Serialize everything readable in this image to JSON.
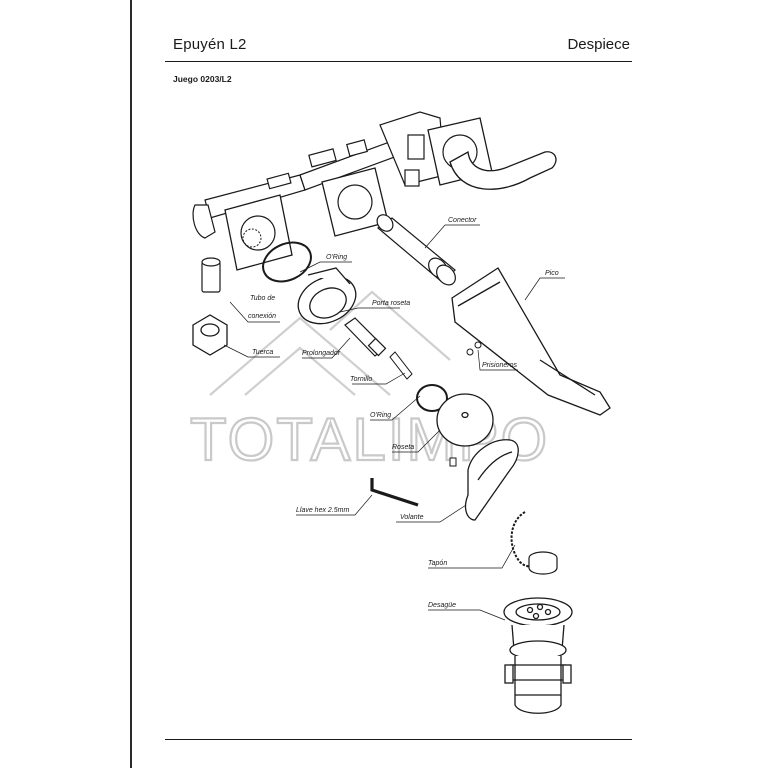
{
  "header": {
    "title": "Epuyén L2",
    "section": "Despiece"
  },
  "subtitle": "Juego 0203/L2",
  "watermark": {
    "text": "TOTALIMPO"
  },
  "parts": {
    "conector": "Conector",
    "pico": "Pico",
    "oring_1": "O'Ring",
    "tubo": "Tubo de conexión",
    "porta_roseta": "Porta roseta",
    "tuerca": "Tuerca",
    "prolongador": "Prolongador",
    "prisioneros": "Prisioneros",
    "tornillo": "Tornillo",
    "oring_2": "O'Ring",
    "roseta": "Roseta",
    "llave": "Llave hex 2.5mm",
    "volante": "Volante",
    "tapon": "Tapón",
    "desague": "Desagüe"
  },
  "colors": {
    "line": "#1a1a1a",
    "watermark": "#c9c9c9"
  }
}
